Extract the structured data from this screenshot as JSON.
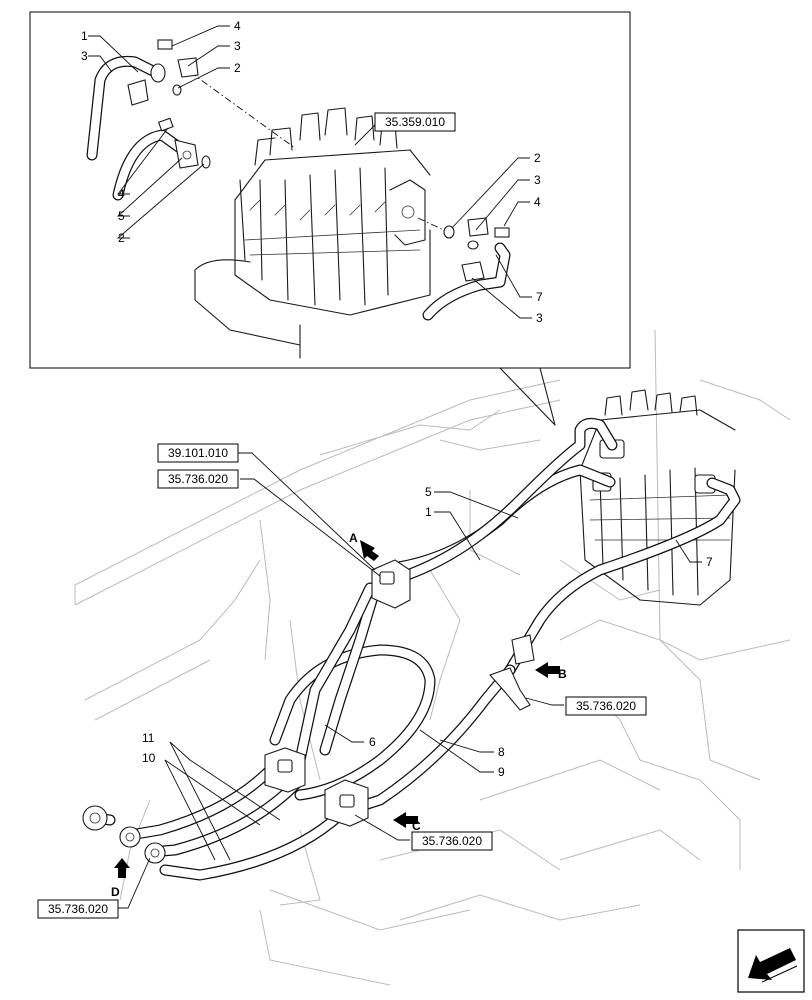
{
  "references": {
    "inset_valve": "35.359.010",
    "attachment": "39.101.010",
    "view_a": "35.736.020",
    "view_b": "35.736.020",
    "view_c": "35.736.020",
    "view_d": "35.736.020"
  },
  "view_letters": {
    "a": "A",
    "b": "B",
    "c": "C",
    "d": "D"
  },
  "inset_callouts": {
    "c1": "1",
    "c3a": "3",
    "c4a": "4",
    "c3b": "3",
    "c2a": "2",
    "c4b": "4",
    "c5": "5",
    "c2b": "2",
    "c2c": "2",
    "c3c": "3",
    "c4c": "4",
    "c7": "7",
    "c3d": "3"
  },
  "main_callouts": {
    "c5": "5",
    "c1": "1",
    "c7": "7",
    "c6": "6",
    "c8": "8",
    "c9": "9",
    "c11": "11",
    "c10": "10"
  },
  "icons": {
    "corner": "direction-arrow-icon"
  }
}
